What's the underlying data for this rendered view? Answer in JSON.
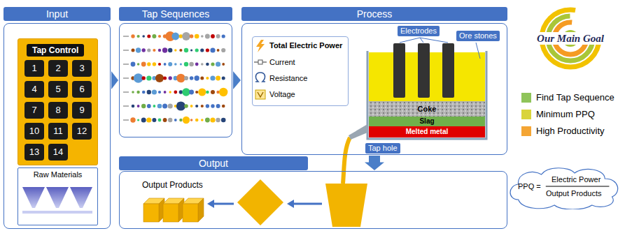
{
  "diagram": {
    "nodes": [
      {
        "text": [
          "Input"
        ]
      },
      {
        "text": [
          "Tap Control"
        ],
        "in": 0
      },
      {
        "text": [
          "1"
        ],
        "in": 1
      },
      {
        "text": [
          "2"
        ],
        "in": 1
      },
      {
        "text": [
          "3"
        ],
        "in": 1
      },
      {
        "text": [
          "4"
        ],
        "in": 1
      },
      {
        "text": [
          "5"
        ],
        "in": 1
      },
      {
        "text": [
          "6"
        ],
        "in": 1
      },
      {
        "text": [
          "7"
        ],
        "in": 1
      },
      {
        "text": [
          "8"
        ],
        "in": 1
      },
      {
        "text": [
          "9"
        ],
        "in": 1
      },
      {
        "text": [
          "10"
        ],
        "in": 1
      },
      {
        "text": [
          "11"
        ],
        "in": 1
      },
      {
        "text": [
          "12"
        ],
        "in": 1
      },
      {
        "text": [
          "13"
        ],
        "in": 1
      },
      {
        "text": [
          "14"
        ],
        "in": 1
      },
      {
        "text": [
          "Raw Materials"
        ],
        "in": 0
      },
      {
        "text": [
          "Tap Sequences"
        ]
      },
      {
        "text": [
          "Process"
        ]
      },
      {
        "text": [
          "Total Electric Power",
          "Current",
          "Resistance",
          "Voltage"
        ],
        "in": 18
      },
      {
        "text": [
          "Output"
        ]
      },
      {
        "text": [
          "PPQ =",
          "Electric Power",
          "Output Products"
        ]
      }
    ],
    "edges": [
      {
        "from": 0,
        "to": 17,
        "arrow": "to"
      },
      {
        "from": 17,
        "to": 18,
        "arrow": "to"
      },
      {
        "from": 18,
        "to": 20,
        "arrow": "to"
      }
    ],
    "labels": [
      "Electrodes",
      "Ore stones",
      "Coke",
      "Slag",
      "Melted metal",
      "Tap hole",
      "Output Products",
      "Our Main Goal"
    ],
    "legend": [
      {
        "text": "Find Tap Sequence",
        "color": "#8fc45a"
      },
      {
        "text": "Minimum PPQ",
        "color": "#d9d43a"
      },
      {
        "text": "High Productivity",
        "color": "#f4a534"
      }
    ]
  }
}
